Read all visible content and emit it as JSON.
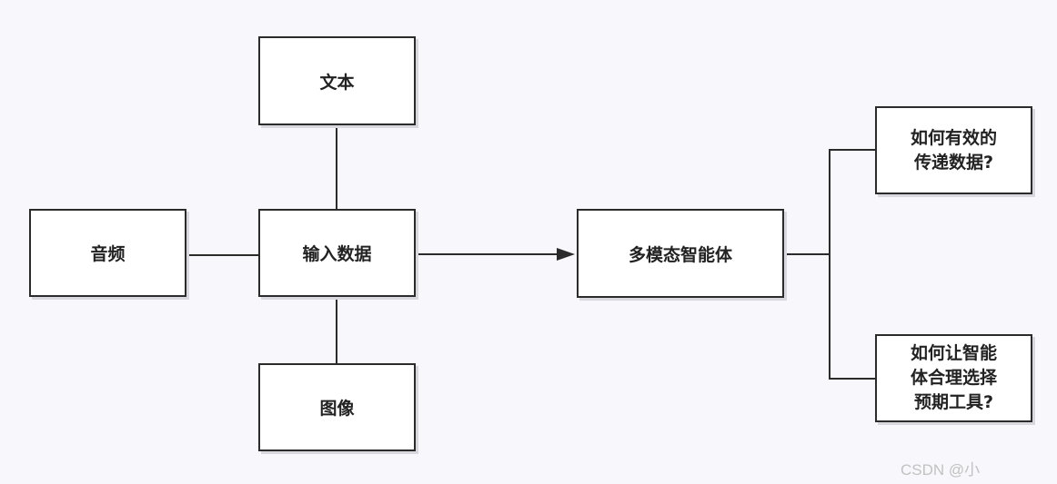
{
  "diagram": {
    "nodes": {
      "text": "文本",
      "audio": "音频",
      "input": "输入数据",
      "image": "图像",
      "agent": "多模态智能体",
      "q1": [
        "如何有效的",
        "传递数据?"
      ],
      "q2": [
        "如何让智能",
        "体合理选择",
        "预期工具?"
      ]
    }
  },
  "watermark": "CSDN @小"
}
